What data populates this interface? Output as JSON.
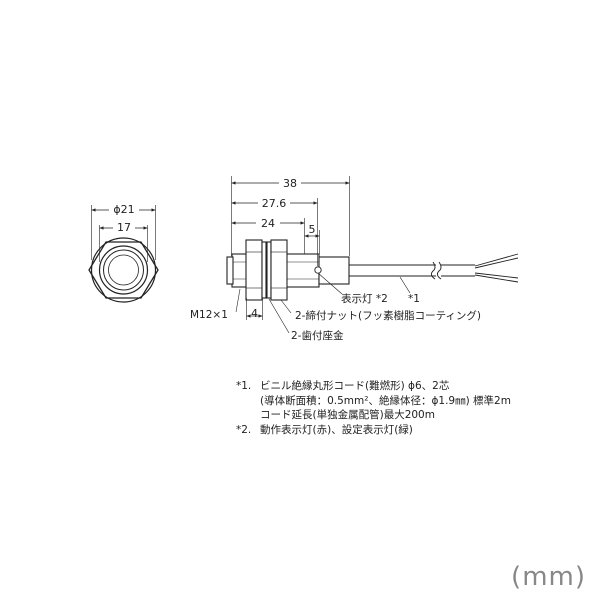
{
  "dimensions": {
    "diameter_21": "ϕ21",
    "width_17": "17",
    "length_38": "38",
    "length_27_6": "27.6",
    "length_24": "24",
    "length_5": "5",
    "length_4": "4"
  },
  "labels": {
    "thread": "M12×1",
    "indicator": "表示灯 *2",
    "cable": "*1",
    "nut": "2-締付ナット(フッ素樹脂コーティング)",
    "washer": "2-歯付座金"
  },
  "notes": {
    "n1_mark": "*1.",
    "n1_line1": "ビニル絶縁丸形コード(難燃形) ϕ6、2芯",
    "n1_line2": "(導体断面積：0.5mm²、絶縁体径：ϕ1.9㎜) 標準2m",
    "n1_line3": "コード延長(単独金属配管)最大200m",
    "n2_mark": "*2.",
    "n2_line1": "動作表示灯(赤)、設定表示灯(緑)"
  },
  "unit": "(mm)"
}
